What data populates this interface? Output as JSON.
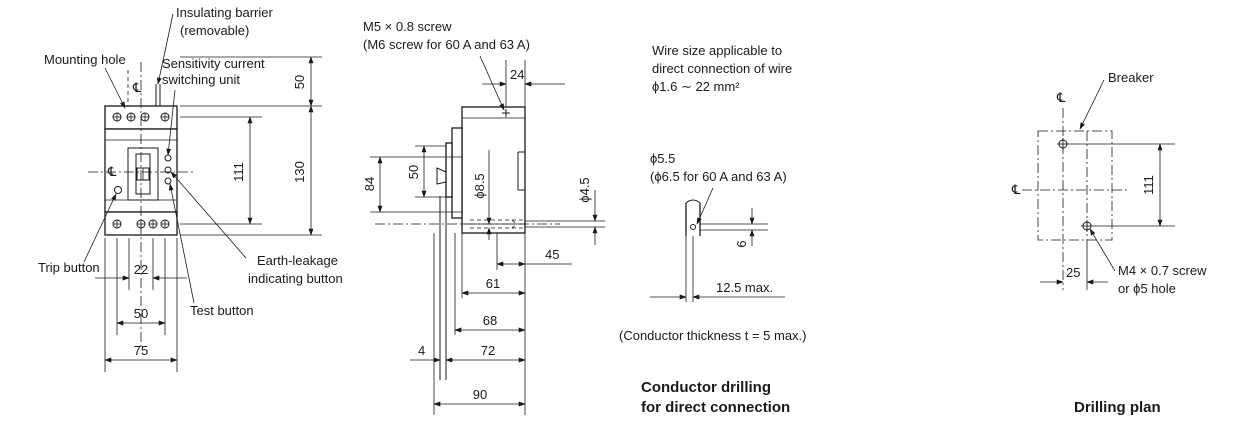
{
  "front_view": {
    "insulating_barrier": "Insulating barrier",
    "removable": "(removable)",
    "mounting_hole": "Mounting hole",
    "sensitivity_line1": "Sensitivity current",
    "sensitivity_line2": "switching unit",
    "trip_button": "Trip button",
    "test_button": "Test button",
    "earth_leakage_line1": "Earth-leakage",
    "earth_leakage_line2": "indicating button",
    "centerline_symbol": "℄",
    "dims": {
      "d50": "50",
      "d130": "130",
      "d111": "111",
      "d22": "22",
      "d50w": "50",
      "d75": "75"
    }
  },
  "side_view": {
    "screw_line1": "M5 × 0.8 screw",
    "screw_line2": "(M6 screw for 60 A and 63 A)",
    "dims": {
      "d24": "24",
      "d84": "84",
      "d50": "50",
      "d8_5": "ϕ8.5",
      "d4_5": "ϕ4.5",
      "d45": "45",
      "d61": "61",
      "d68": "68",
      "d4": "4",
      "d72": "72",
      "d90": "90"
    }
  },
  "conductor_drilling": {
    "wire_line1": "Wire size applicable to",
    "wire_line2": "direct connection of wire",
    "wire_line3": "ϕ1.6 ∼ 22 mm²",
    "hole_line1": "ϕ5.5",
    "hole_line2": "(ϕ6.5 for 60 A and 63 A)",
    "d6": "6",
    "d12_5": "12.5 max.",
    "thickness_note": "(Conductor thickness t = 5 max.)",
    "caption_line1": "Conductor drilling",
    "caption_line2": "for direct connection"
  },
  "drilling_plan": {
    "breaker": "Breaker",
    "centerline_symbol": "℄",
    "d111": "111",
    "d25": "25",
    "screw_line1": "M4 × 0.7 screw",
    "screw_line2": "or ϕ5 hole",
    "caption": "Drilling plan"
  }
}
